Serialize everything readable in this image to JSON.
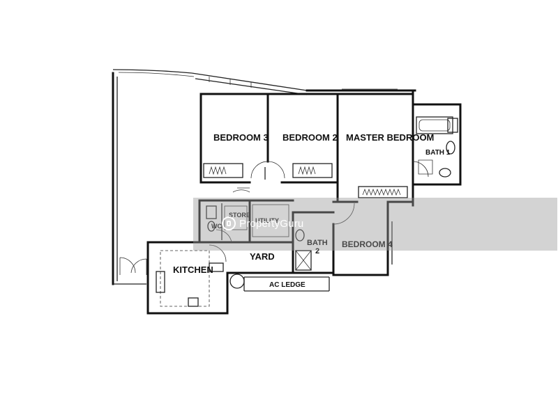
{
  "rooms": {
    "bedroom3": "BEDROOM 3",
    "bedroom2": "BEDROOM 2",
    "master": "MASTER BEDROOM",
    "bath1": "BATH 1",
    "wc": "WC",
    "store": "STORE",
    "utility": "UTILITY",
    "bath2_line1": "BATH",
    "bath2_line2": "2",
    "bedroom4": "BEDROOM 4",
    "kitchen": "KITCHEN",
    "yard": "YARD",
    "ac_ledge": "AC LEDGE"
  },
  "watermark": {
    "brand": "PropertyGuru"
  },
  "colors": {
    "wall": "#111111",
    "watermark_band": "#969696"
  }
}
